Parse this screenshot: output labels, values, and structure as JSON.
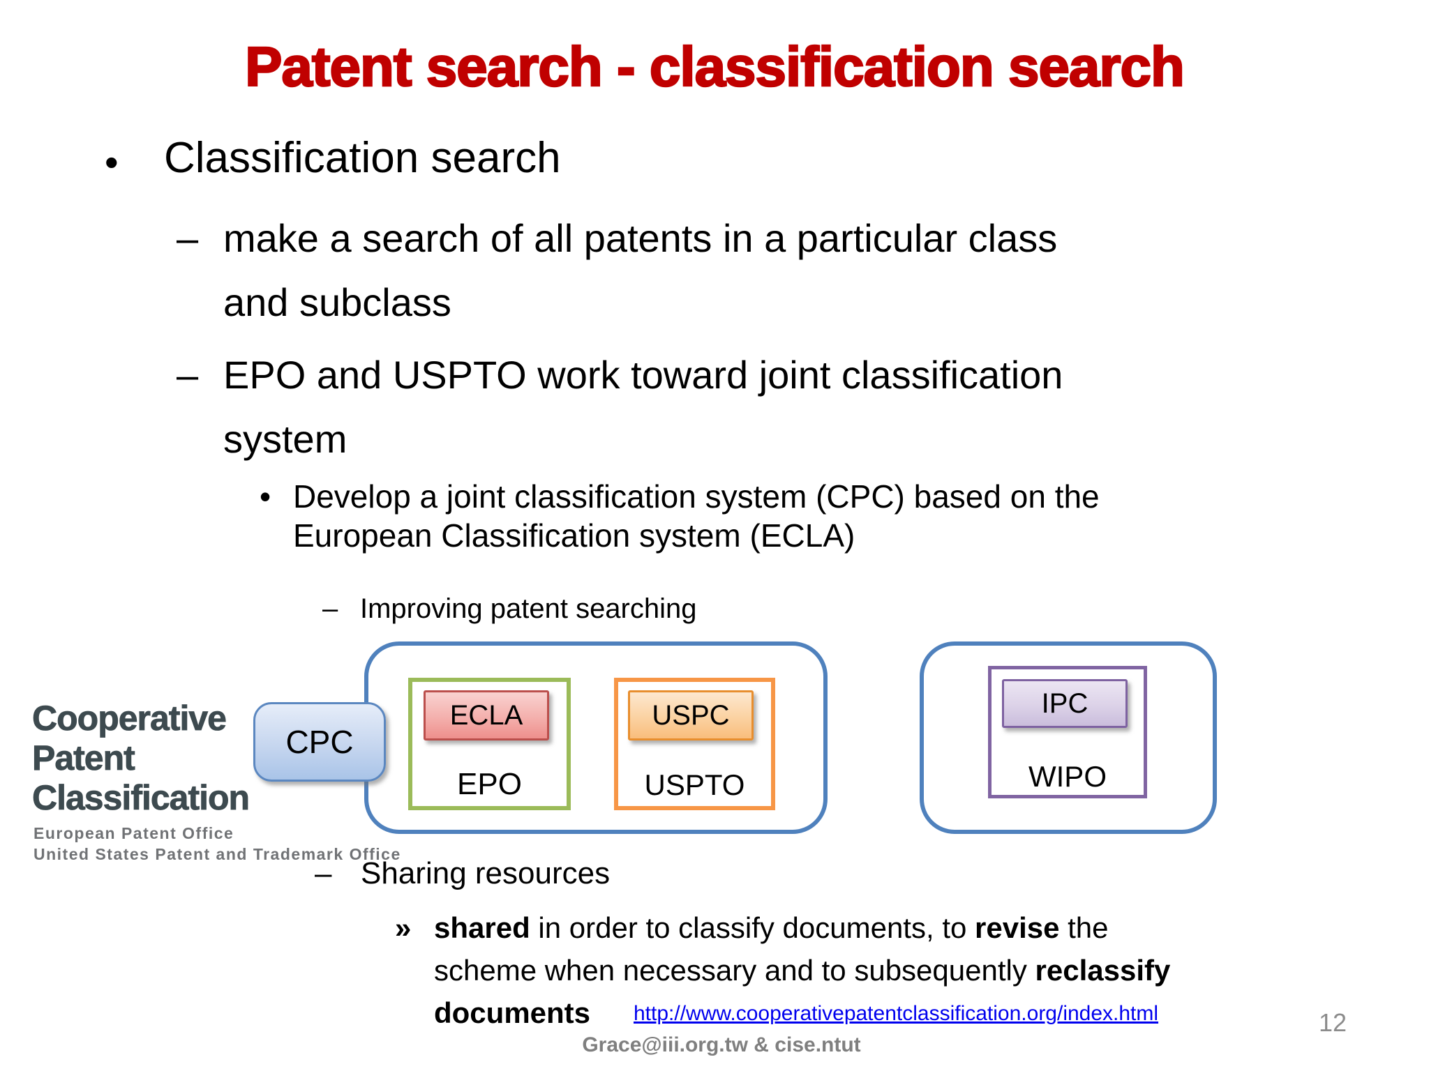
{
  "slide": {
    "title": "Patent search - classification search",
    "page_number": "12",
    "footer": "Grace@iii.org.tw & cise.ntut"
  },
  "bullets": {
    "l1": {
      "marker": "•",
      "text": "Classification search"
    },
    "item1": {
      "marker": "–",
      "line1": "make a search of all patents in a particular class",
      "line2": "and subclass"
    },
    "item2": {
      "marker": "–",
      "line1": "EPO and USPTO work toward joint classification",
      "line2": "system"
    },
    "item3": {
      "marker": "•",
      "line1": "Develop a joint classification system (CPC) based on the",
      "line2": "European Classification system (ECLA)"
    },
    "item4": {
      "marker": "–",
      "text": "Improving patent searching"
    },
    "item5": {
      "marker": "–",
      "text": "Sharing resources"
    }
  },
  "note": {
    "marker": "»",
    "line1": {
      "b1": "shared",
      "t1": " in order to classify documents, to ",
      "b2": "revise",
      "t2": " the"
    },
    "line2": {
      "t1": "scheme when necessary and to subsequently ",
      "b1": "reclassify"
    },
    "line3": {
      "b1": "documents"
    },
    "link": "http://www.cooperativepatentclassification.org/index.html"
  },
  "logo": {
    "line1": "Cooperative",
    "line2": "Patent",
    "line3": "Classification",
    "sub1": "European Patent Office",
    "sub2": "United States Patent and Trademark Office"
  },
  "diagram": {
    "cpc_label": "CPC",
    "ecla_label": "ECLA",
    "epo_label": "EPO",
    "uspc_label": "USPC",
    "uspto_label": "USPTO",
    "ipc_label": "IPC",
    "wipo_label": "WIPO"
  },
  "colors": {
    "title_red": "#C00000",
    "container_blue": "#4F81BD",
    "green_accent": "#9BBB59",
    "orange_accent": "#F79646",
    "purple_accent": "#8064A2",
    "red_accent": "#C0504D",
    "link_blue": "#0000EE",
    "gray_text": "#808080",
    "logo_dark": "#3D4A4F"
  }
}
